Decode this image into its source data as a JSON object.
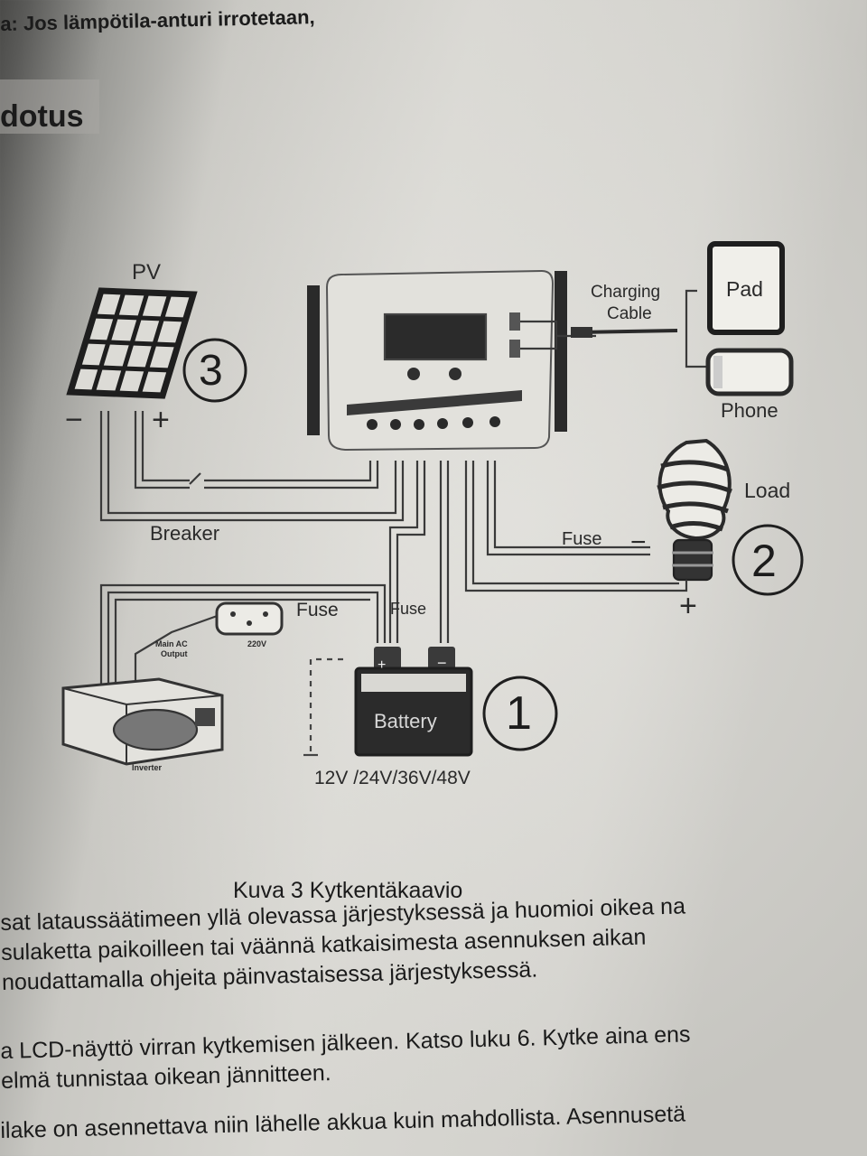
{
  "page": {
    "top_line": "a:  Jos  lämpötila-anturi  irrotetaan,",
    "heading": "dotus"
  },
  "diagram": {
    "pv_label": "PV",
    "pv_minus": "−",
    "pv_plus": "+",
    "step_3": "3",
    "breaker_label": "Breaker",
    "charging_cable_label_1": "Charging",
    "charging_cable_label_2": "Cable",
    "pad_label": "Pad",
    "phone_label": "Phone",
    "load_label": "Load",
    "step_2": "2",
    "load_fuse_label": "Fuse",
    "load_minus": "−",
    "load_plus": "+",
    "inverter_fuse_label": "Fuse",
    "battery_fuse_label": "Fuse",
    "ac_output_label_1": "Main AC",
    "ac_output_label_2": "Output",
    "socket_voltage": "220V",
    "inverter_label": "Inverter",
    "battery_label": "Battery",
    "battery_plus": "+",
    "battery_minus": "−",
    "step_1": "1",
    "voltages": "12V /24V/36V/48V"
  },
  "caption": "Kuva 3 Kytkentäkaavio",
  "body_text": {
    "line1": "sat lataussäätimeen yllä olevassa järjestyksessä ja huomioi oikea na",
    "line2": "sulaketta paikoilleen tai väännä katkaisimesta asennuksen aikan",
    "line3": "noudattamalla ohjeita päinvastaisessa järjestyksessä.",
    "line4": "a LCD-näyttö virran kytkemisen jälkeen. Katso luku 6. Kytke aina ens",
    "line5": "elmä tunnistaa oikean jännitteen.",
    "line6": "ilake on asennettava niin lähelle akkua kuin mahdollista. Asennusetä"
  }
}
